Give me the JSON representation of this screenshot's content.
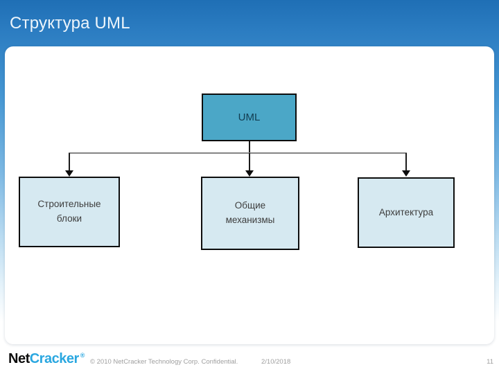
{
  "slide": {
    "title": "Структура UML",
    "footer": {
      "logo_part1": "Net",
      "logo_part2": "Cracker",
      "logo_registered": "®",
      "copyright": "© 2010 NetCracker Technology Corp. Confidential.",
      "date": "2/10/2018",
      "page_number": "11"
    }
  },
  "diagram": {
    "root": {
      "label": "UML"
    },
    "children": [
      {
        "label": "Строительные\nблоки"
      },
      {
        "label": "Общие\nмеханизмы"
      },
      {
        "label": "Архитектура"
      }
    ]
  },
  "colors": {
    "title_color": "#edf5fb",
    "root_fill": "#4ba7c7",
    "child_fill": "#d6e9f1",
    "box_border": "#0d0d0d",
    "rail_gray": "#848484",
    "logo_blue": "#2aa7e0"
  }
}
